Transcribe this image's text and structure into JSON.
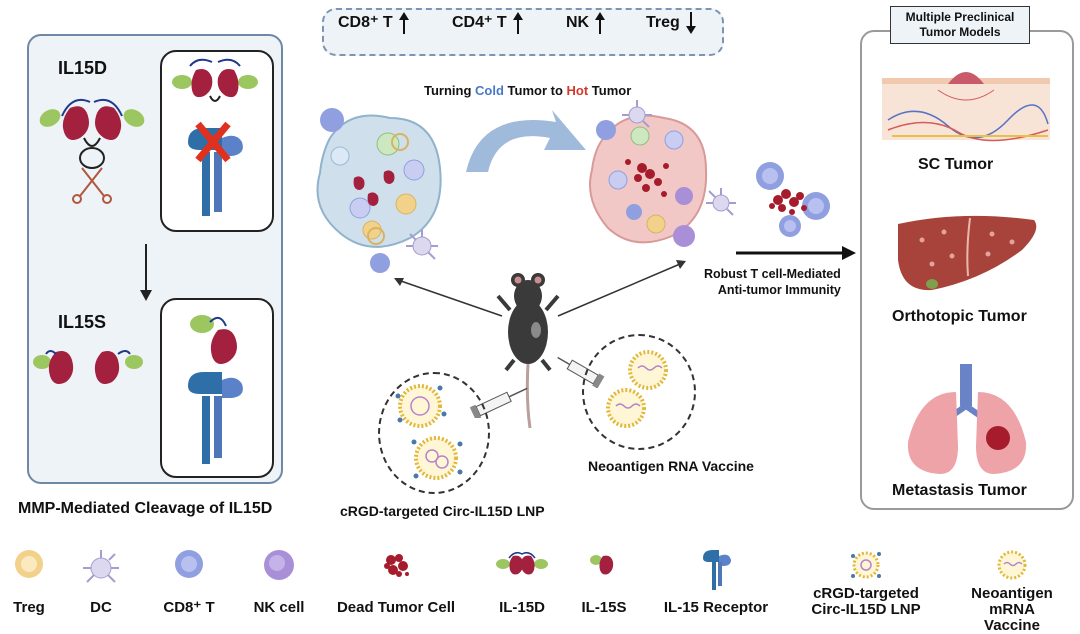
{
  "left_panel": {
    "il15d_label": "IL15D",
    "il15s_label": "IL15S",
    "caption": "MMP-Mediated Cleavage of IL15D"
  },
  "markers": [
    {
      "label": "CD8⁺ T",
      "direction": "up"
    },
    {
      "label": "CD4⁺ T",
      "direction": "up"
    },
    {
      "label": "NK",
      "direction": "up"
    },
    {
      "label": "Treg",
      "direction": "down"
    }
  ],
  "center": {
    "title_prefix": "Turning ",
    "title_cold": "Cold",
    "title_mid": " Tumor to ",
    "title_hot": "Hot",
    "title_suffix": " Tumor",
    "immunity_line1": "Robust T cell-Mediated",
    "immunity_line2": "Anti-tumor Immunity",
    "lnp_label": "cRGD-targeted Circ-IL15D LNP",
    "vaccine_label": "Neoantigen RNA Vaccine"
  },
  "right_panel": {
    "title": "Multiple Preclinical Tumor Models",
    "models": [
      "SC Tumor",
      "Orthotopic Tumor",
      "Metastasis Tumor"
    ]
  },
  "legend": [
    {
      "label": "Treg",
      "icon": "treg-cell-icon"
    },
    {
      "label": "DC",
      "icon": "dendritic-cell-icon"
    },
    {
      "label": "CD8⁺ T",
      "icon": "cd8-t-cell-icon"
    },
    {
      "label": "NK cell",
      "icon": "nk-cell-icon"
    },
    {
      "label": "Dead Tumor Cell",
      "icon": "dead-tumor-cell-icon"
    },
    {
      "label": "IL-15D",
      "icon": "il15d-icon"
    },
    {
      "label": "IL-15S",
      "icon": "il15s-icon"
    },
    {
      "label": "IL-15 Receptor",
      "icon": "il15-receptor-icon"
    },
    {
      "label": "cRGD-targeted Circ-IL15D LNP",
      "icon": "lnp-icon"
    },
    {
      "label": "Neoantigen mRNA Vaccine",
      "icon": "vaccine-icon"
    }
  ],
  "colors": {
    "cold": "#4a78c8",
    "hot": "#d43a2a",
    "il15_red": "#a3213f",
    "il15_green": "#9cc760",
    "receptor_blue": "#2f6fa8",
    "treg": "#f2d28a",
    "cd8": "#8f9fe0",
    "nk": "#a98fd8"
  }
}
